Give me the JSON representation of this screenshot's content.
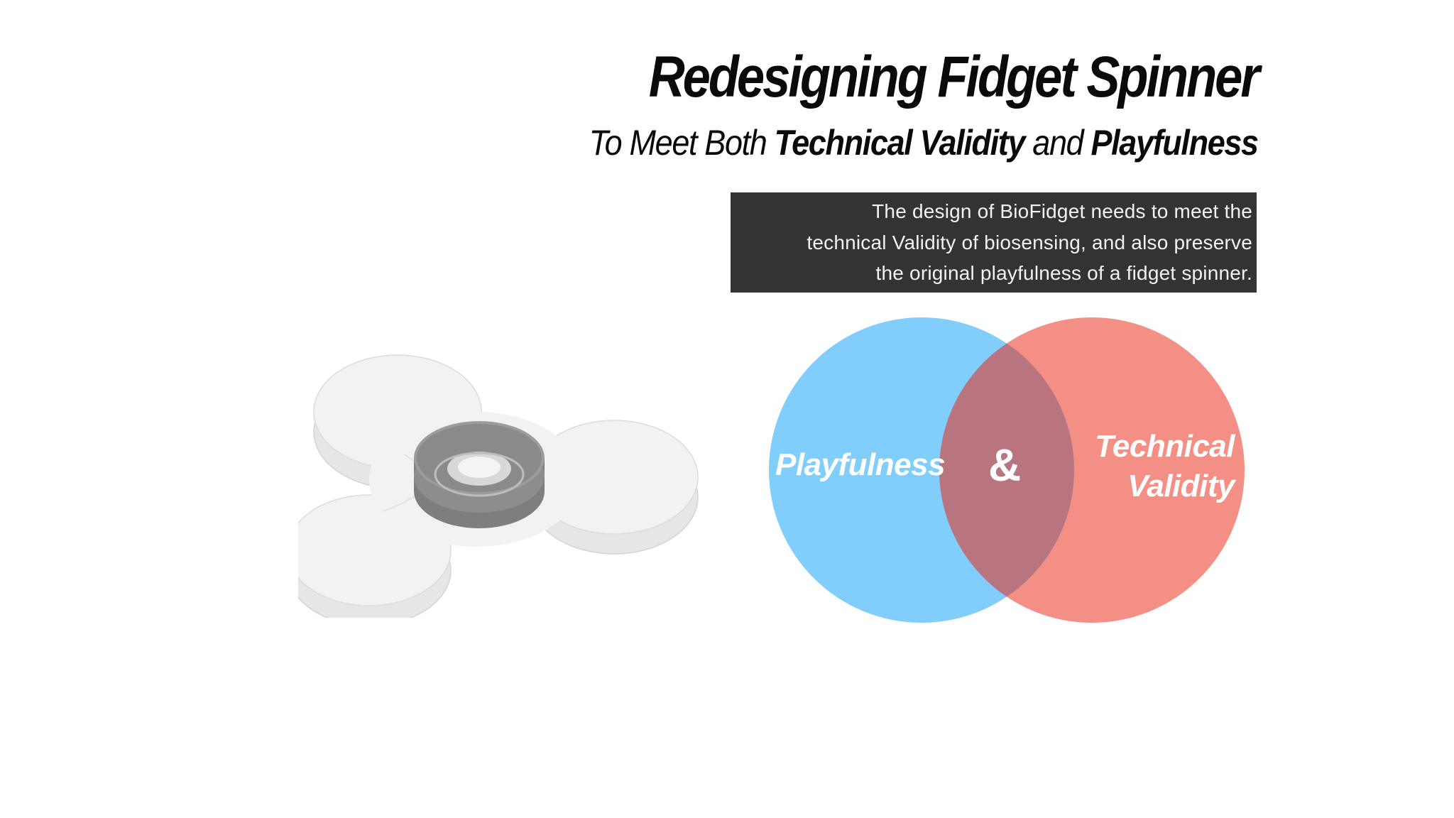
{
  "slide": {
    "title": "Redesigning Fidget Spinner",
    "subtitle": {
      "part1": "To Meet Both ",
      "bold1": "Technical Validity",
      "part2": " and ",
      "bold2": "Playfulness"
    },
    "description": [
      "The design of BioFidget needs to meet the",
      "technical Validity of biosensing, and also preserve",
      "the original playfulness of a fidget spinner."
    ]
  },
  "venn": {
    "left_label": "Playfulness",
    "center_label": "&",
    "right_label_lines": [
      "Technical",
      "Validity"
    ],
    "colors": {
      "left": "#81cdfc",
      "right": "#f48f86",
      "overlap": "#b87580"
    }
  },
  "spinner": {
    "body_color": "#f1f1f1",
    "bearing_color": "#8c8c8c"
  }
}
